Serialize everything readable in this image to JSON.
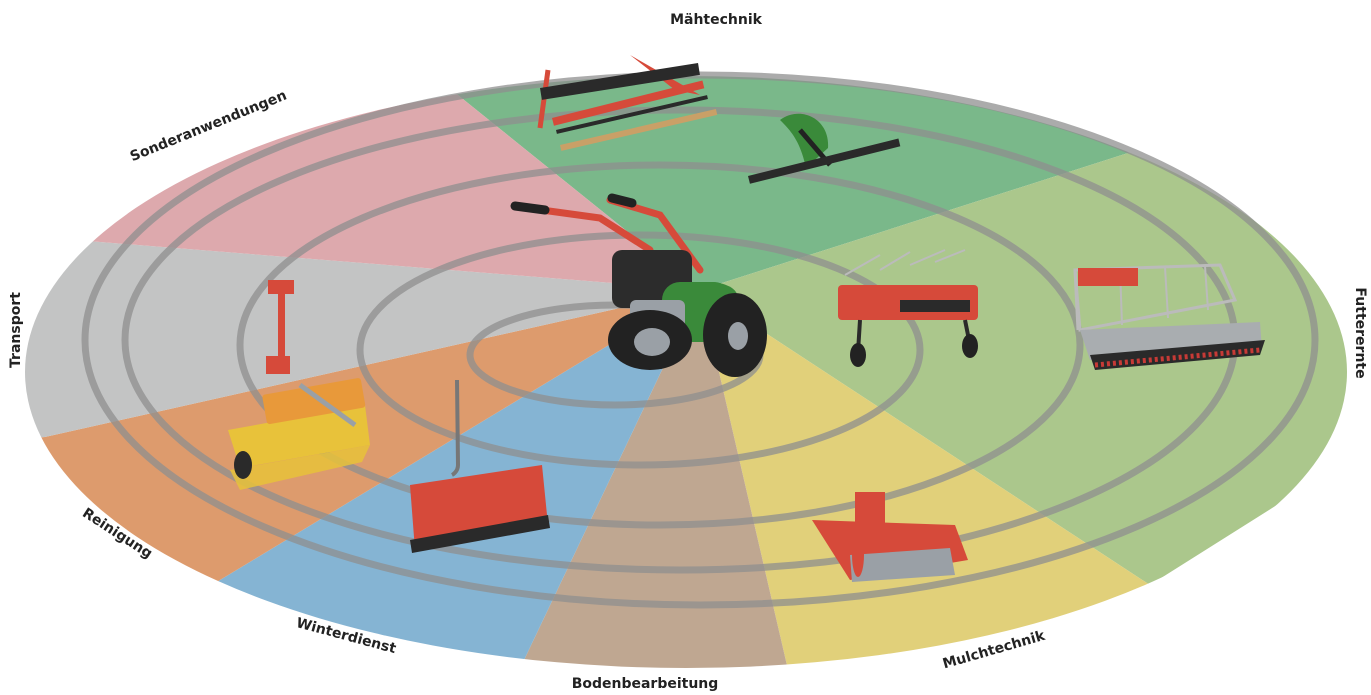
{
  "wheel": {
    "segments": [
      {
        "id": "maehtechnik",
        "label": "Mähtechnik",
        "color": "#7ab88a"
      },
      {
        "id": "futterernte",
        "label": "Futterernte",
        "color": "#abc78c"
      },
      {
        "id": "mulchtechnik",
        "label": "Mulchtechnik",
        "color": "#e1d07a"
      },
      {
        "id": "bodenbearbeitung",
        "label": "Bodenbearbeitung",
        "color": "#bfa791"
      },
      {
        "id": "winterdienst",
        "label": "Winterdienst",
        "color": "#85b4d3"
      },
      {
        "id": "reinigung",
        "label": "Reinigung",
        "color": "#dd9b6d"
      },
      {
        "id": "transport",
        "label": "Transport",
        "color": "#c3c4c4"
      },
      {
        "id": "sonderanwendungen",
        "label": "Sonderanwendungen",
        "color": "#dda9ad"
      }
    ],
    "ring_color": "#8f8f8f",
    "machine_colors": {
      "frame": "#d64a3a",
      "engine": "#3a8a3a",
      "tire": "#222222",
      "steel": "#9aa0a6",
      "bristle": "#e8c23a"
    },
    "icons": {
      "center": "two-wheel-tractor-icon",
      "maehtechnik": "sickle-bar-mower-icon",
      "futterernte": "hay-rake-icon",
      "mulchtechnik": "mulcher-icon",
      "winterdienst": "snow-plow-blade-icon",
      "reinigung": "sweeper-brush-icon",
      "transport": "trailer-hitch-icon"
    }
  }
}
